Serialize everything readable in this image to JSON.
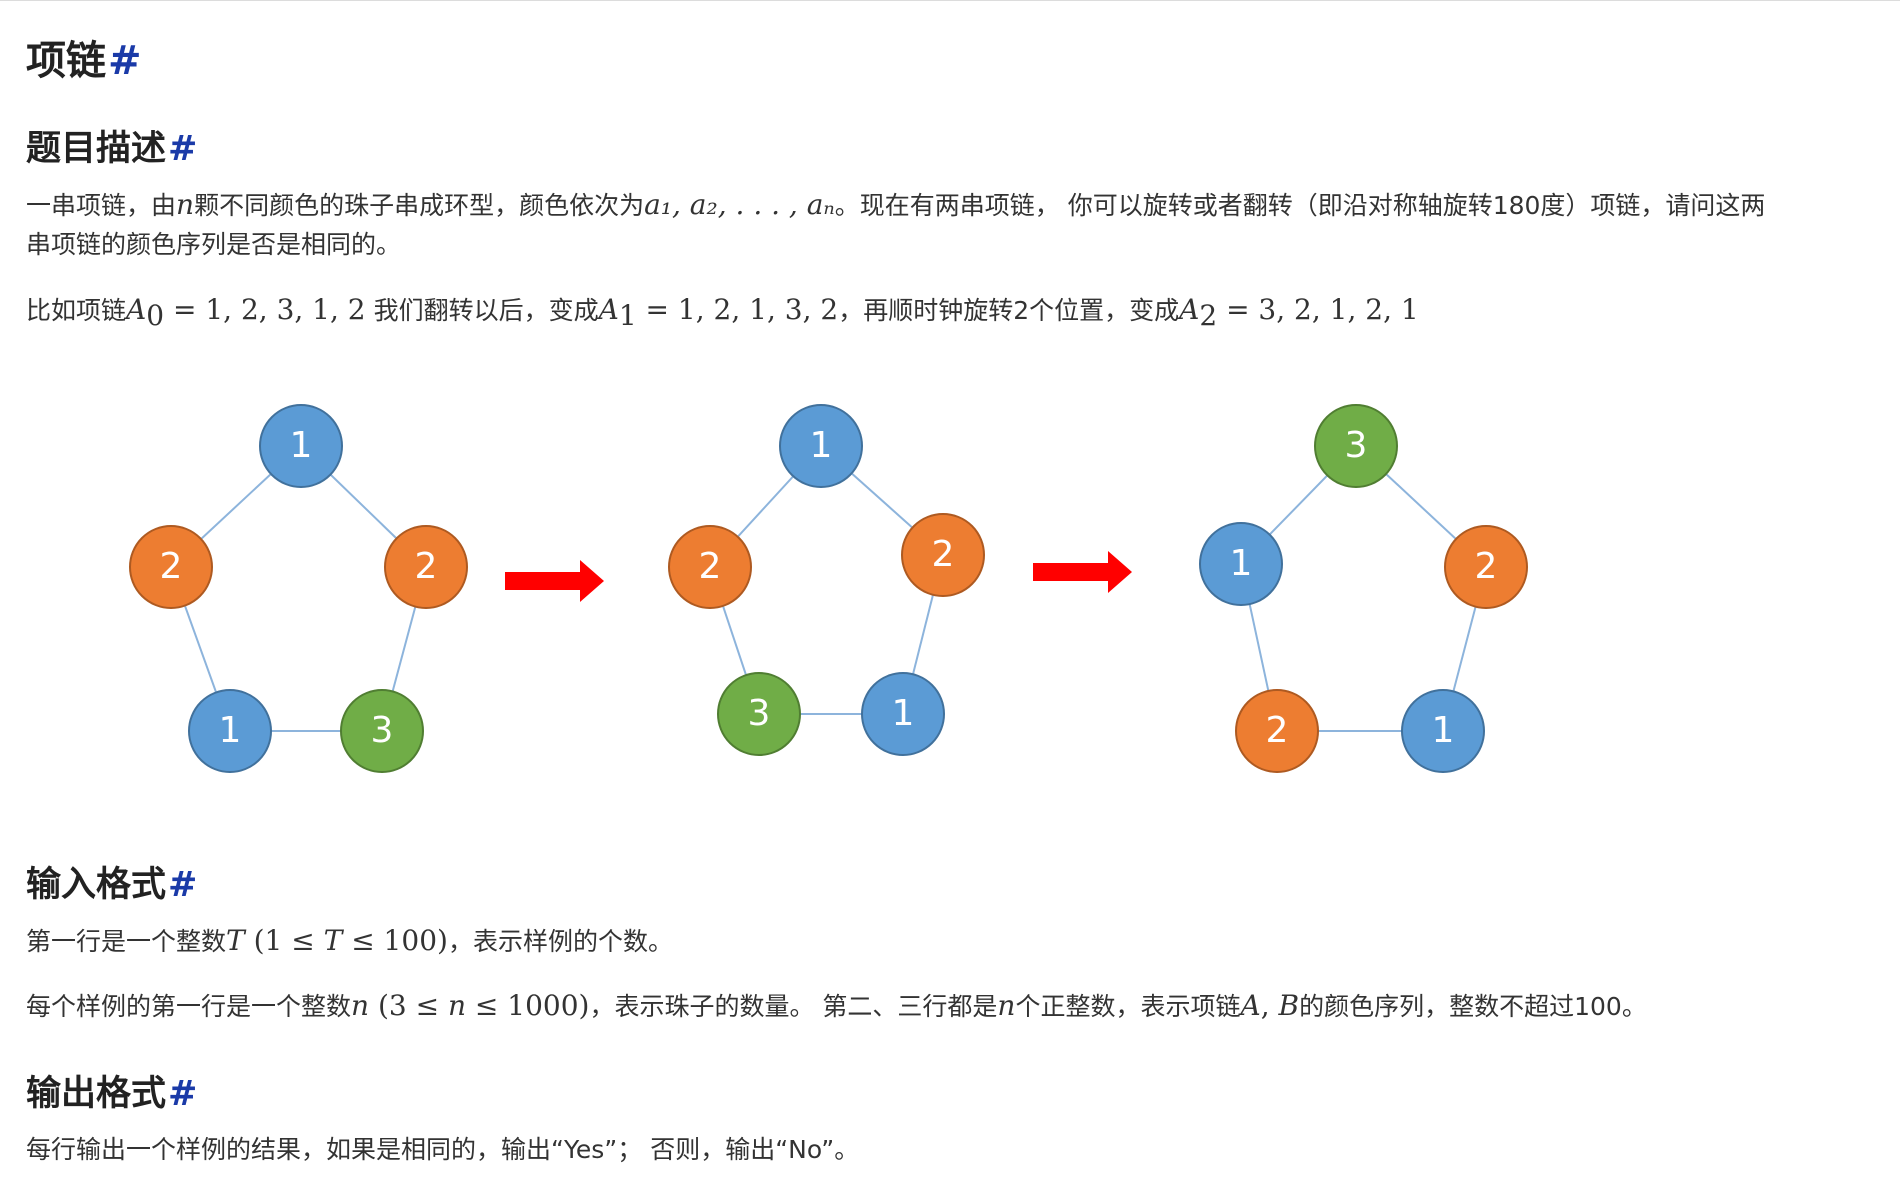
{
  "title": "项链",
  "anchor": "#",
  "sections": {
    "description": {
      "heading": "题目描述",
      "line1_a": "一串项链，由",
      "line1_n": "n",
      "line1_b": "颗不同颜色的珠子串成环型，颜色依次为",
      "line1_seq": "a₁, a₂, . . . , aₙ",
      "line1_c": "。现在有两串项链， 你可以旋转或者翻转（即沿对称轴旋转180度）项链，请问这两",
      "line2": "串项链的颜色序列是否是相同的。",
      "ex_a": "比如项链",
      "ex_A0": "A",
      "ex_A0_sub": "0",
      "ex_A0_val": " = 1, 2, 3, 1, 2",
      "ex_b": " 我们翻转以后，变成",
      "ex_A1": "A",
      "ex_A1_sub": "1",
      "ex_A1_val": " = 1, 2, 1, 3, 2",
      "ex_c": "，再顺时钟旋转2个位置，变成",
      "ex_A2": "A",
      "ex_A2_sub": "2",
      "ex_A2_val": " = 3, 2, 1, 2, 1"
    },
    "input": {
      "heading": "输入格式",
      "l1_a": "第一行是一个整数",
      "l1_T": "T",
      "l1_m": " (1 ≤ ",
      "l1_T2": "T",
      "l1_m2": " ≤ 100)",
      "l1_b": "，表示样例的个数。",
      "l2_a": "每个样例的第一行是一个整数",
      "l2_n": "n",
      "l2_m": " (3 ≤ ",
      "l2_n2": "n",
      "l2_m2": " ≤ 1000)",
      "l2_b": "，表示珠子的数量。 第二、三行都是",
      "l2_n3": "n",
      "l2_c": "个正整数，表示项链",
      "l2_A": "A",
      "l2_comma": ", ",
      "l2_B": "B",
      "l2_d": "的颜色序列，整数不超过100。"
    },
    "output": {
      "heading": "输出格式",
      "l1": "每行输出一个样例的结果，如果是相同的，输出“Yes”； 否则，输出“No”。"
    }
  },
  "colors": {
    "blue": "#5b9bd5",
    "orange": "#ed7d31",
    "green": "#70ad47",
    "arrow": "#ff0000"
  },
  "figure": {
    "necklaces": [
      {
        "beads": [
          {
            "label": "1",
            "color": "blue"
          },
          {
            "label": "2",
            "color": "orange"
          },
          {
            "label": "3",
            "color": "green"
          },
          {
            "label": "1",
            "color": "blue"
          },
          {
            "label": "2",
            "color": "orange"
          }
        ]
      },
      {
        "beads": [
          {
            "label": "1",
            "color": "blue"
          },
          {
            "label": "2",
            "color": "orange"
          },
          {
            "label": "1",
            "color": "blue"
          },
          {
            "label": "3",
            "color": "green"
          },
          {
            "label": "2",
            "color": "orange"
          }
        ]
      },
      {
        "beads": [
          {
            "label": "3",
            "color": "green"
          },
          {
            "label": "2",
            "color": "orange"
          },
          {
            "label": "1",
            "color": "blue"
          },
          {
            "label": "2",
            "color": "orange"
          },
          {
            "label": "1",
            "color": "blue"
          }
        ]
      }
    ]
  }
}
